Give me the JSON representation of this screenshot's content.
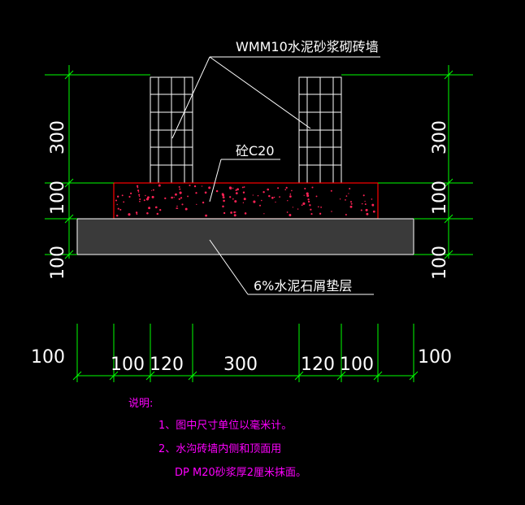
{
  "labels": {
    "wall": "WMM10水泥砂浆砌砖墙",
    "concrete": "砼C20",
    "cushion": "6%水泥石屑垫层"
  },
  "dimensions": {
    "left_vertical": [
      "300",
      "100",
      "100"
    ],
    "right_vertical": [
      "300",
      "100",
      "100"
    ],
    "horizontal": [
      "100",
      "100",
      "120",
      "300",
      "120",
      "100",
      "100"
    ]
  },
  "notes": {
    "title": "说明:",
    "line1": "1、图中尺寸单位以毫米计。",
    "line2": "2、水沟砖墙内侧和顶面用",
    "line3": "DP M20砂浆厚2厘米抹面。"
  },
  "colors": {
    "background": "#000000",
    "dimension_line": "#00ff00",
    "outline": "#ff0000",
    "brick": "#ffffff",
    "concrete_speckle": "#ff2255",
    "cushion_fill": "#3a3a3a",
    "note_text": "#ff00ff"
  }
}
